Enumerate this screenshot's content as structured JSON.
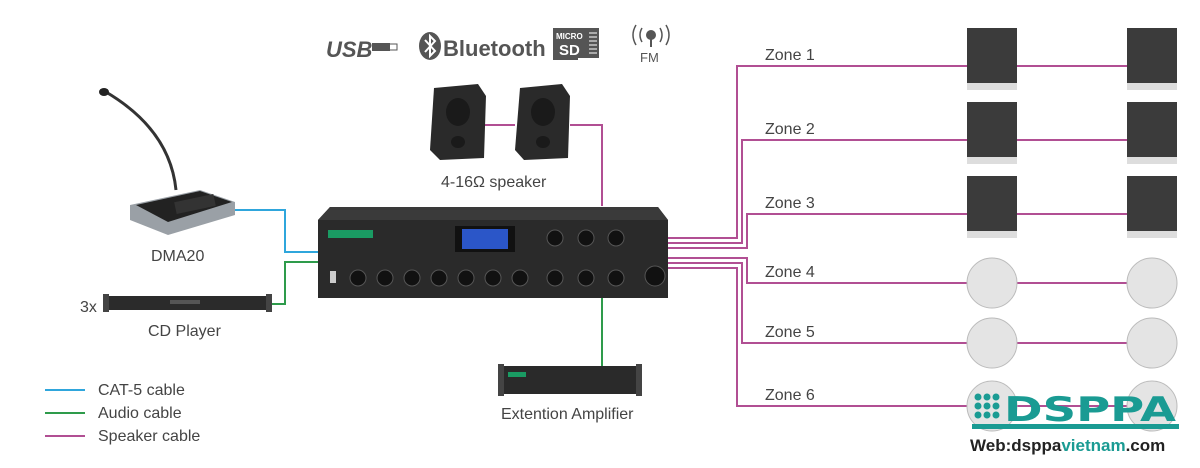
{
  "colors": {
    "cat5": "#2fa6dc",
    "audio": "#2e9b4b",
    "speaker": "#b14f93",
    "brand": "#1a9b93"
  },
  "features": {
    "usb": "USB",
    "bluetooth": "Bluetooth",
    "microsd_top": "MICRO",
    "microsd_bottom": "SD",
    "fm": "FM"
  },
  "devices": {
    "speaker_pair": "4-16Ω speaker",
    "mic": "DMA20",
    "cd_count": "3x",
    "cd": "CD Player",
    "ext_amp": "Extention Amplifier"
  },
  "zones": [
    "Zone 1",
    "Zone 2",
    "Zone 3",
    "Zone 4",
    "Zone 5",
    "Zone 6"
  ],
  "legend": [
    {
      "label": "CAT-5  cable",
      "color": "#2fa6dc"
    },
    {
      "label": "Audio cable",
      "color": "#2e9b4b"
    },
    {
      "label": "Speaker cable",
      "color": "#b14f93"
    }
  ],
  "watermark": {
    "brand": "DSPPA",
    "web_prefix": "Web:",
    "web_a": "dsppa",
    "web_b": "vietnam",
    "web_c": ".com"
  }
}
